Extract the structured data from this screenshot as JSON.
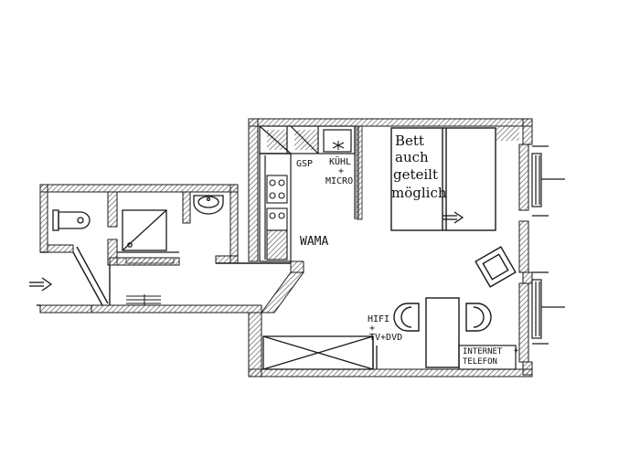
{
  "labels": {
    "bed": [
      "Bett",
      "auch",
      "geteilt",
      "möglich"
    ],
    "gsp": "GSP",
    "kuehl": "KÜHL",
    "plus1": "+",
    "micro": "MICRO",
    "wama": "WAMA",
    "hifi": "HIFI",
    "plus2": "+",
    "tvdvd": "TV+DVD",
    "internet": "INTERNET",
    "plus3": "+",
    "telefon": "TELEFON"
  },
  "colors": {
    "line": "#1a1a1a",
    "hatch": "#6b6b6b",
    "background": "#ffffff"
  }
}
